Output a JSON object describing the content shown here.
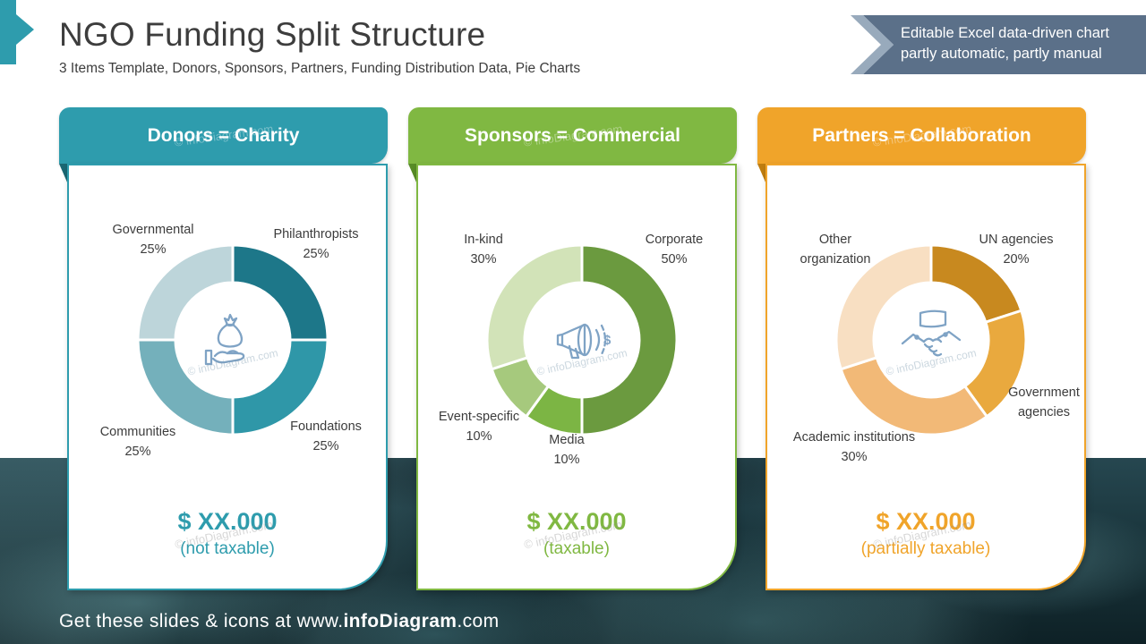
{
  "slide": {
    "title": "NGO Funding Split Structure",
    "subtitle": "3 Items Template, Donors, Sponsors, Partners, Funding Distribution Data, Pie Charts",
    "accent_shape_color": "#2e9cad",
    "badge": {
      "line1": "Editable Excel data-driven chart",
      "line2": "partly automatic, partly manual",
      "bg": "#5b7089",
      "chevron": "#98aabc"
    },
    "watermark": "© infoDiagram.com",
    "footer": {
      "prefix": "Get these slides & icons at www.",
      "brand": "infoDiagram",
      "suffix": ".com"
    }
  },
  "cards": [
    {
      "title": "Donors = Charity",
      "accent": "#2e9cad",
      "accent_dark": "#1a6773",
      "amount": "$ XX.000",
      "tax": "(not taxable)",
      "icon": "money-bag-hand-icon"
    },
    {
      "title": "Sponsors = Commercial",
      "accent": "#80b842",
      "accent_dark": "#578c26",
      "amount": "$ XX.000",
      "tax": "(taxable)",
      "icon": "megaphone-dollar-icon"
    },
    {
      "title": "Partners = Collaboration",
      "accent": "#f0a42a",
      "accent_dark": "#bf7d10",
      "amount": "$ XX.000",
      "tax": "(partially taxable)",
      "icon": "handshake-icon"
    }
  ],
  "chart_data": [
    {
      "type": "pie",
      "variant": "donut",
      "title": "Donors = Charity",
      "unit": "%",
      "start_angle_deg": 0,
      "direction": "clockwise",
      "segments": [
        {
          "label": "Philanthropists",
          "value": 25,
          "color": "#1d7789",
          "display": [
            "Philanthropists",
            "25%"
          ]
        },
        {
          "label": "Foundations",
          "value": 25,
          "color": "#2f97a8",
          "display": [
            "Foundations",
            "25%"
          ]
        },
        {
          "label": "Communities",
          "value": 25,
          "color": "#74b0bb",
          "display": [
            "Communities",
            "25%"
          ]
        },
        {
          "label": "Governmental",
          "value": 25,
          "color": "#bdd5da",
          "display": [
            "Governmental",
            "25%"
          ]
        }
      ]
    },
    {
      "type": "pie",
      "variant": "donut",
      "title": "Sponsors = Commercial",
      "unit": "%",
      "start_angle_deg": 0,
      "direction": "clockwise",
      "segments": [
        {
          "label": "Corporate",
          "value": 50,
          "color": "#6b9a3f",
          "display": [
            "Corporate",
            "50%"
          ]
        },
        {
          "label": "Media",
          "value": 10,
          "color": "#7cb544",
          "display": [
            "Media",
            "10%"
          ]
        },
        {
          "label": "Event-specific",
          "value": 10,
          "color": "#a6c97d",
          "display": [
            "Event-specific",
            "10%"
          ]
        },
        {
          "label": "In-kind",
          "value": 30,
          "color": "#d2e3b8",
          "display": [
            "In-kind",
            "30%"
          ]
        }
      ]
    },
    {
      "type": "pie",
      "variant": "donut",
      "title": "Partners = Collaboration",
      "unit": "%",
      "start_angle_deg": 0,
      "direction": "clockwise",
      "segments": [
        {
          "label": "UN agencies",
          "value": 20,
          "color": "#c8891f",
          "display": [
            "UN agencies",
            "20%"
          ]
        },
        {
          "label": "Government agencies",
          "value": 20,
          "color": "#e9a93e",
          "display": [
            "Government",
            "agencies"
          ]
        },
        {
          "label": "Academic institutions",
          "value": 30,
          "color": "#f2b977",
          "display": [
            "Academic institutions",
            "30%"
          ]
        },
        {
          "label": "Other organization",
          "value": 30,
          "color": "#f8dfc2",
          "display": [
            "Other",
            "organization"
          ]
        }
      ]
    }
  ]
}
